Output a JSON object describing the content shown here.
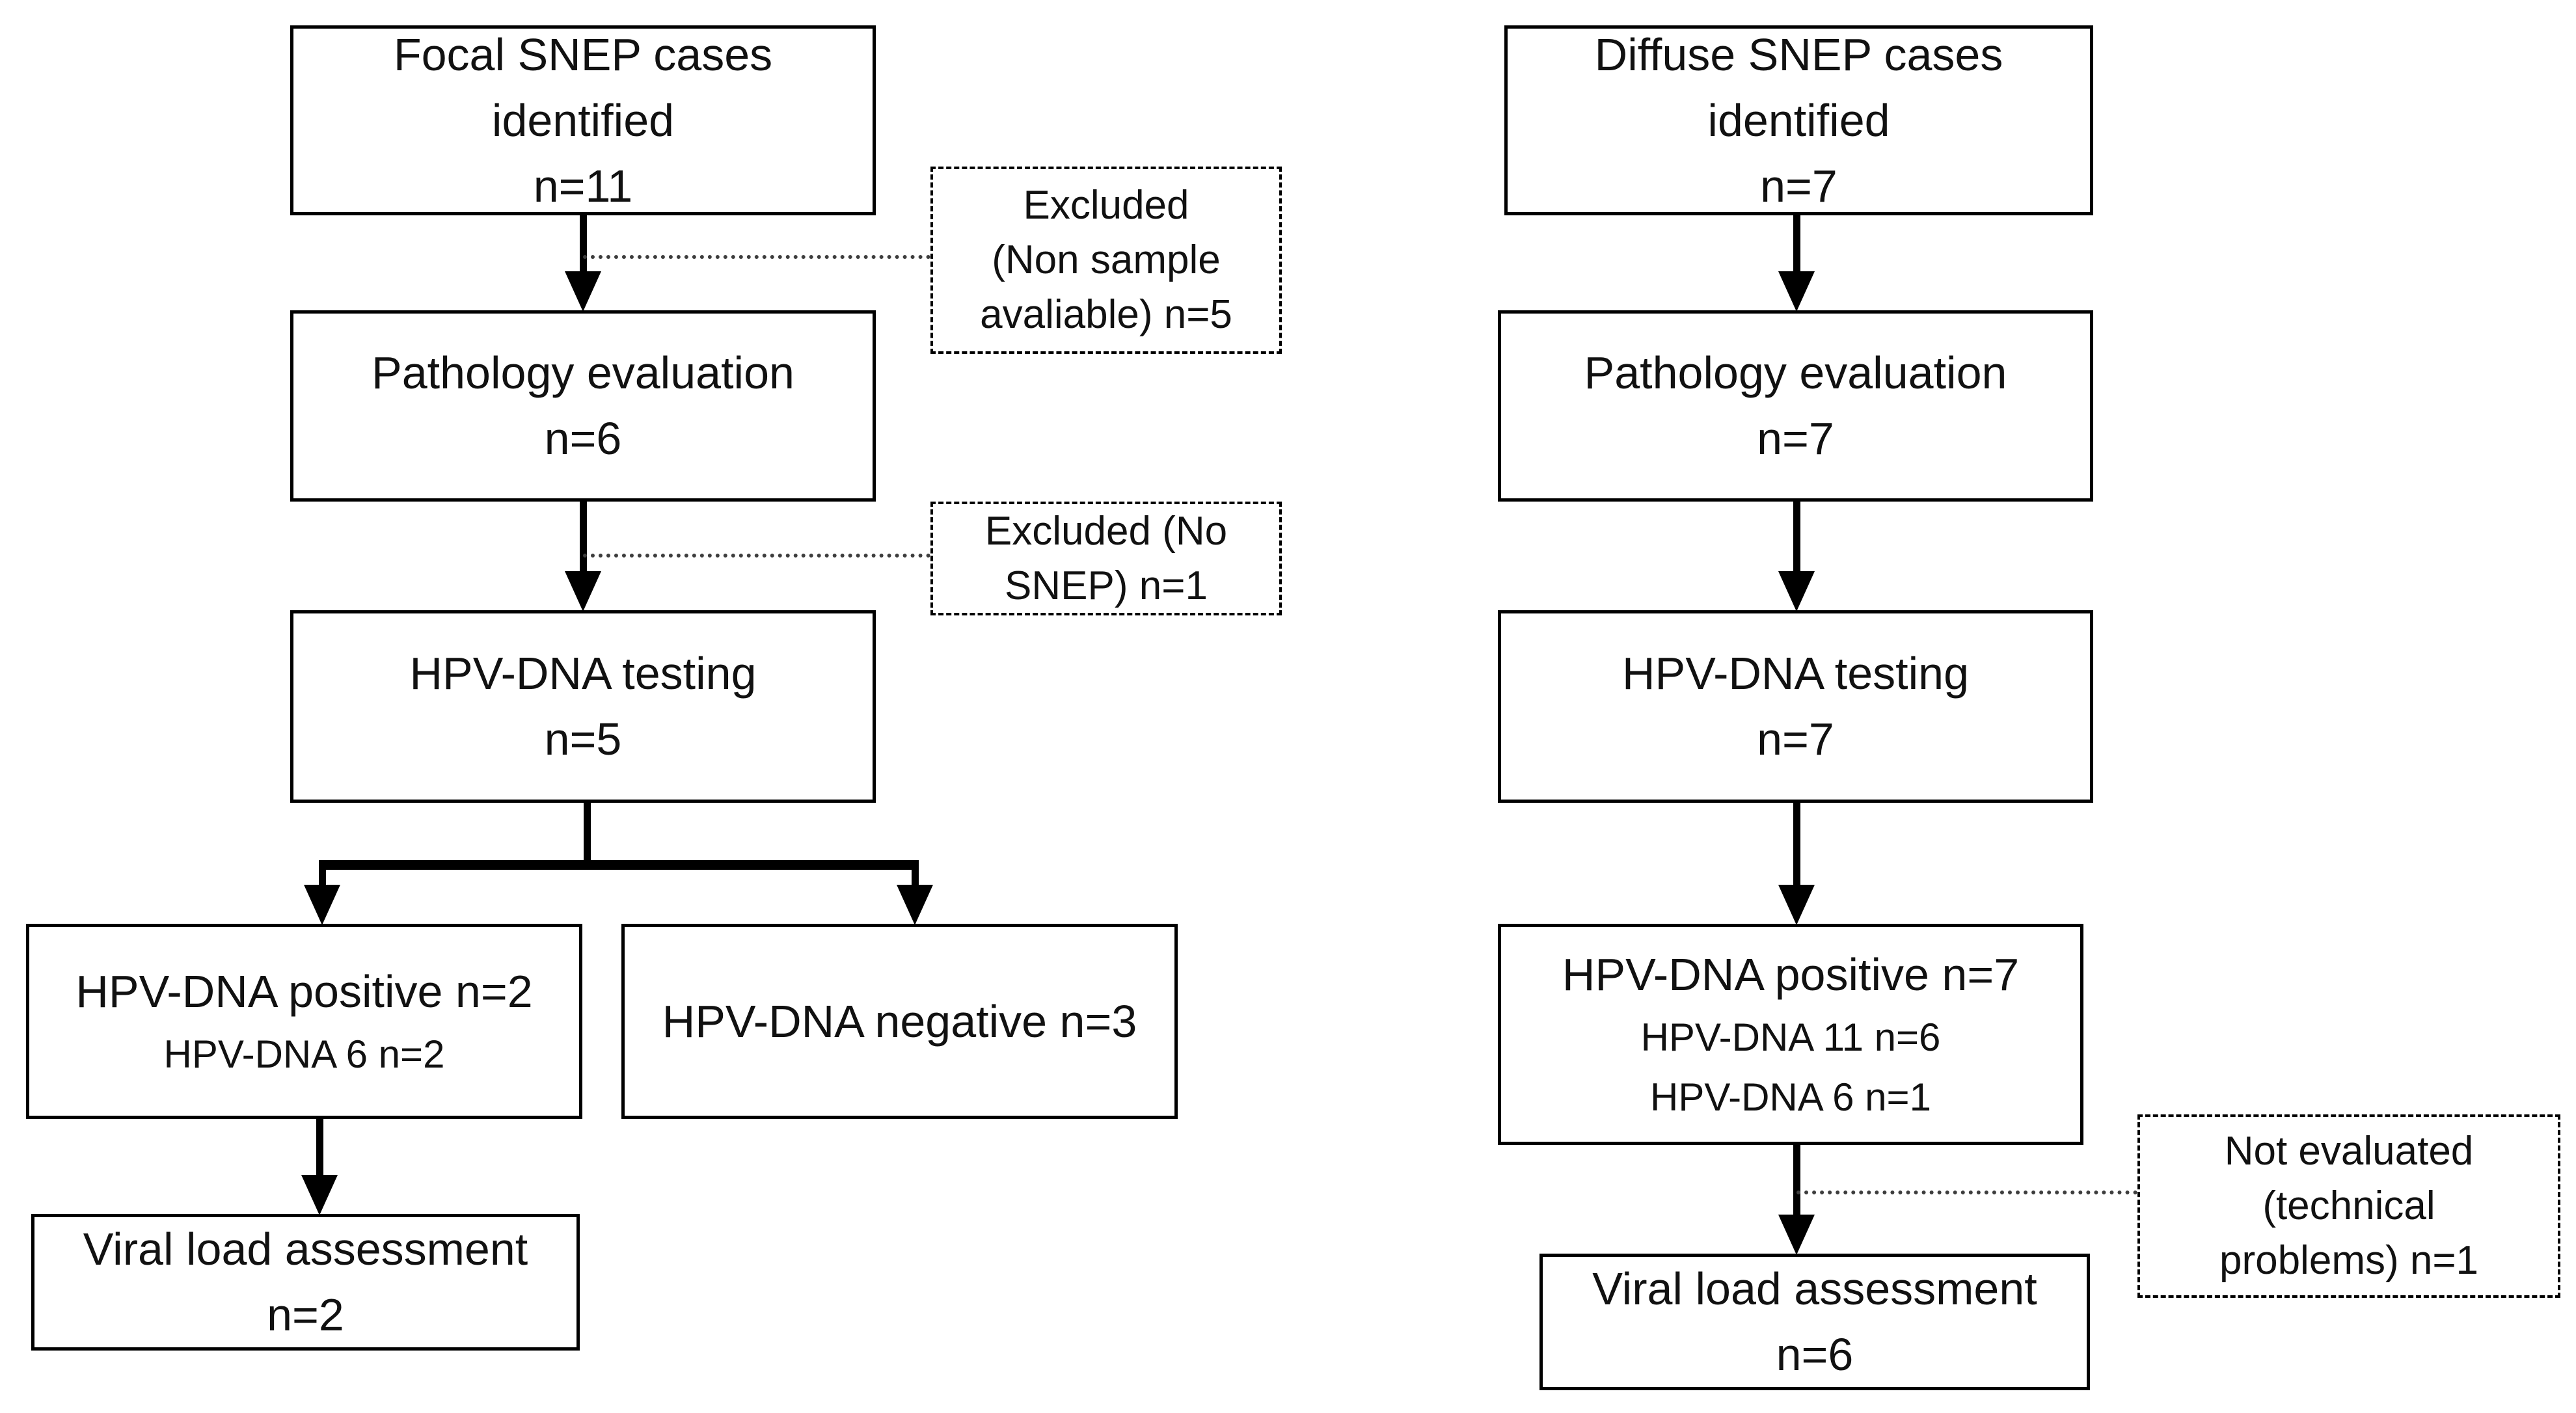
{
  "diagram_type": "study-flowchart",
  "colors": {
    "background": "#ffffff",
    "line": "#000000",
    "text": "#111111",
    "dotted_connector": "#3d3d3d"
  },
  "flows": [
    {
      "name": "focal",
      "boxes": [
        {
          "lines": [
            "Focal SNEP cases",
            "identified",
            "n=11"
          ]
        },
        {
          "lines": [
            "Pathology evaluation",
            "n=6"
          ]
        },
        {
          "lines": [
            "HPV-DNA testing",
            "n=5"
          ]
        },
        {
          "lines": [
            "HPV-DNA positive n=2",
            "HPV-DNA 6 n=2"
          ]
        },
        {
          "lines": [
            "HPV-DNA negative n=3"
          ]
        },
        {
          "lines": [
            "Viral load assessment",
            "n=2"
          ]
        }
      ],
      "exclusions": [
        {
          "lines": [
            "Excluded",
            "(Non sample",
            "avaliable) n=5"
          ]
        },
        {
          "lines": [
            "Excluded (No",
            "SNEP) n=1"
          ]
        }
      ]
    },
    {
      "name": "diffuse",
      "boxes": [
        {
          "lines": [
            "Diffuse SNEP cases",
            "identified",
            "n=7"
          ]
        },
        {
          "lines": [
            "Pathology evaluation",
            "n=7"
          ]
        },
        {
          "lines": [
            "HPV-DNA testing",
            "n=7"
          ]
        },
        {
          "lines": [
            "HPV-DNA positive n=7",
            "HPV-DNA 11 n=6",
            "HPV-DNA 6 n=1"
          ]
        },
        {
          "lines": [
            "Viral load assessment",
            "n=6"
          ]
        }
      ],
      "exclusions": [
        {
          "lines": [
            "Not evaluated",
            "(technical",
            "problems) n=1"
          ]
        }
      ]
    }
  ]
}
